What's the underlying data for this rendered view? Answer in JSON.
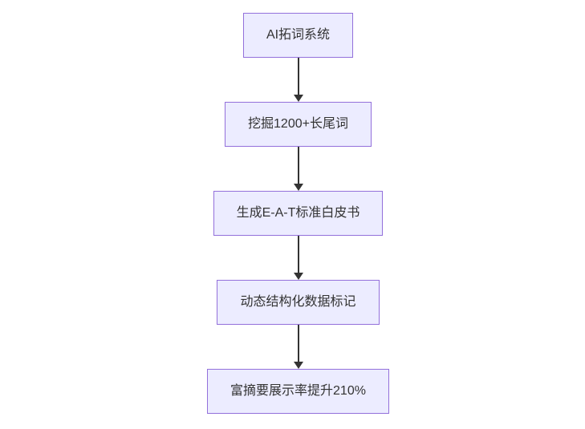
{
  "diagram": {
    "type": "flowchart",
    "direction": "top-down",
    "node_fill": "#ECECFF",
    "node_border": "#9370DB",
    "arrow_color": "#333333",
    "nodes": [
      {
        "id": "step-1",
        "label": "AI拓词系统"
      },
      {
        "id": "step-2",
        "label": "挖掘1200+长尾词"
      },
      {
        "id": "step-3",
        "label": "生成E-A-T标准白皮书"
      },
      {
        "id": "step-4",
        "label": "动态结构化数据标记"
      },
      {
        "id": "step-5",
        "label": "富摘要展示率提升210%"
      }
    ]
  }
}
